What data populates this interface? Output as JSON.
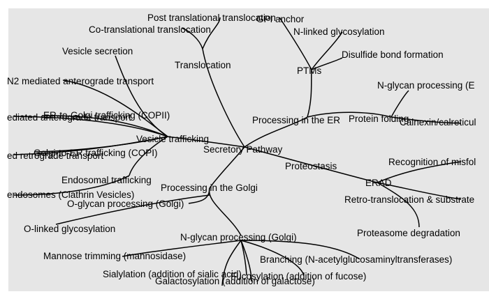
{
  "colors": {
    "background": "#e6e6e6",
    "edge": "#000000",
    "text": "#000000"
  },
  "tree": {
    "root": "Secretory Pathway",
    "branches": [
      {
        "label": "Translocation",
        "children": [
          "Co-translational translocation",
          "Post translational translocation"
        ]
      },
      {
        "label": "PTMs",
        "children": [
          "GPI anchor",
          "N-linked glycosylation",
          "Disulfide bond formation"
        ]
      },
      {
        "label": "Processing in the ER",
        "children": [
          "N-glycan processing (E",
          "Protein folding",
          "Calnexin/calreticul"
        ]
      },
      {
        "label": "Vesicle trafficking",
        "children": [
          "Vesicle secretion",
          "N2 mediated anterograde transport",
          "ER-to-Golgi trafficking (COPII)",
          "ediated anterograde transport",
          "Golgi-to-ER trafficking (COPI)",
          "ed retrograde transport",
          "Endosomal trafficking",
          "endosomes (Clathrin Vesicles)"
        ]
      },
      {
        "label": "Proteostasis",
        "children": [
          "ERAD",
          "Recognition of misfol",
          "Retro-translocation & substrate",
          "Proteasome degradation"
        ]
      },
      {
        "label": "Processing in the Golgi",
        "children": [
          "O-glycan processing (Golgi)",
          "O-linked glycosylation",
          "N-glycan processing (Golgi)",
          "Mannose trimming (mannosidase)",
          "Branching (N-acetylglucosaminyltransferases)",
          "Sialylation (addition of sialic acid)",
          "Galactosylation (addition of galactose)",
          "Fucosylation (addition of fucose)"
        ]
      }
    ]
  }
}
